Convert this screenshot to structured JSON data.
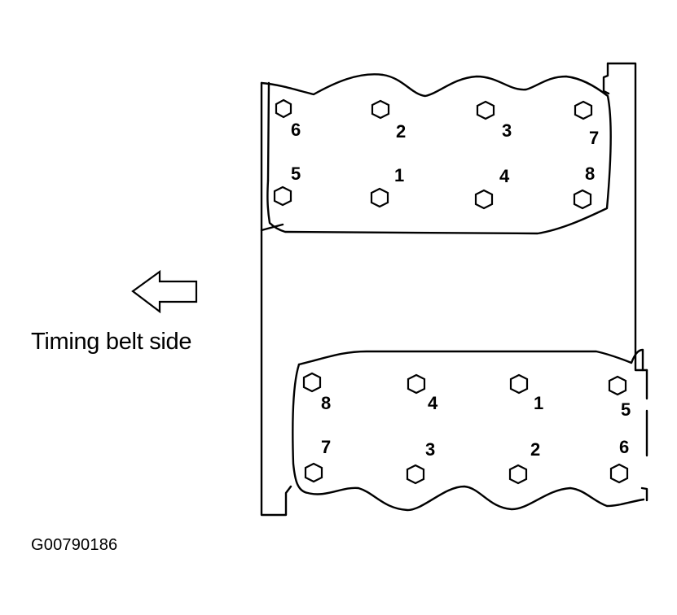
{
  "direction_label": "Timing belt side",
  "figure_id": "G00790186",
  "colors": {
    "line": "#000000",
    "background": "#ffffff"
  },
  "direction_arrow_icon": "arrow-left-icon",
  "cylinder_heads": [
    {
      "name": "upper-cylinder-head",
      "bolts": [
        {
          "number": "6"
        },
        {
          "number": "2"
        },
        {
          "number": "3"
        },
        {
          "number": "7"
        },
        {
          "number": "5"
        },
        {
          "number": "1"
        },
        {
          "number": "4"
        },
        {
          "number": "8"
        }
      ]
    },
    {
      "name": "lower-cylinder-head",
      "bolts": [
        {
          "number": "8"
        },
        {
          "number": "4"
        },
        {
          "number": "1"
        },
        {
          "number": "5"
        },
        {
          "number": "7"
        },
        {
          "number": "3"
        },
        {
          "number": "2"
        },
        {
          "number": "6"
        }
      ]
    }
  ]
}
